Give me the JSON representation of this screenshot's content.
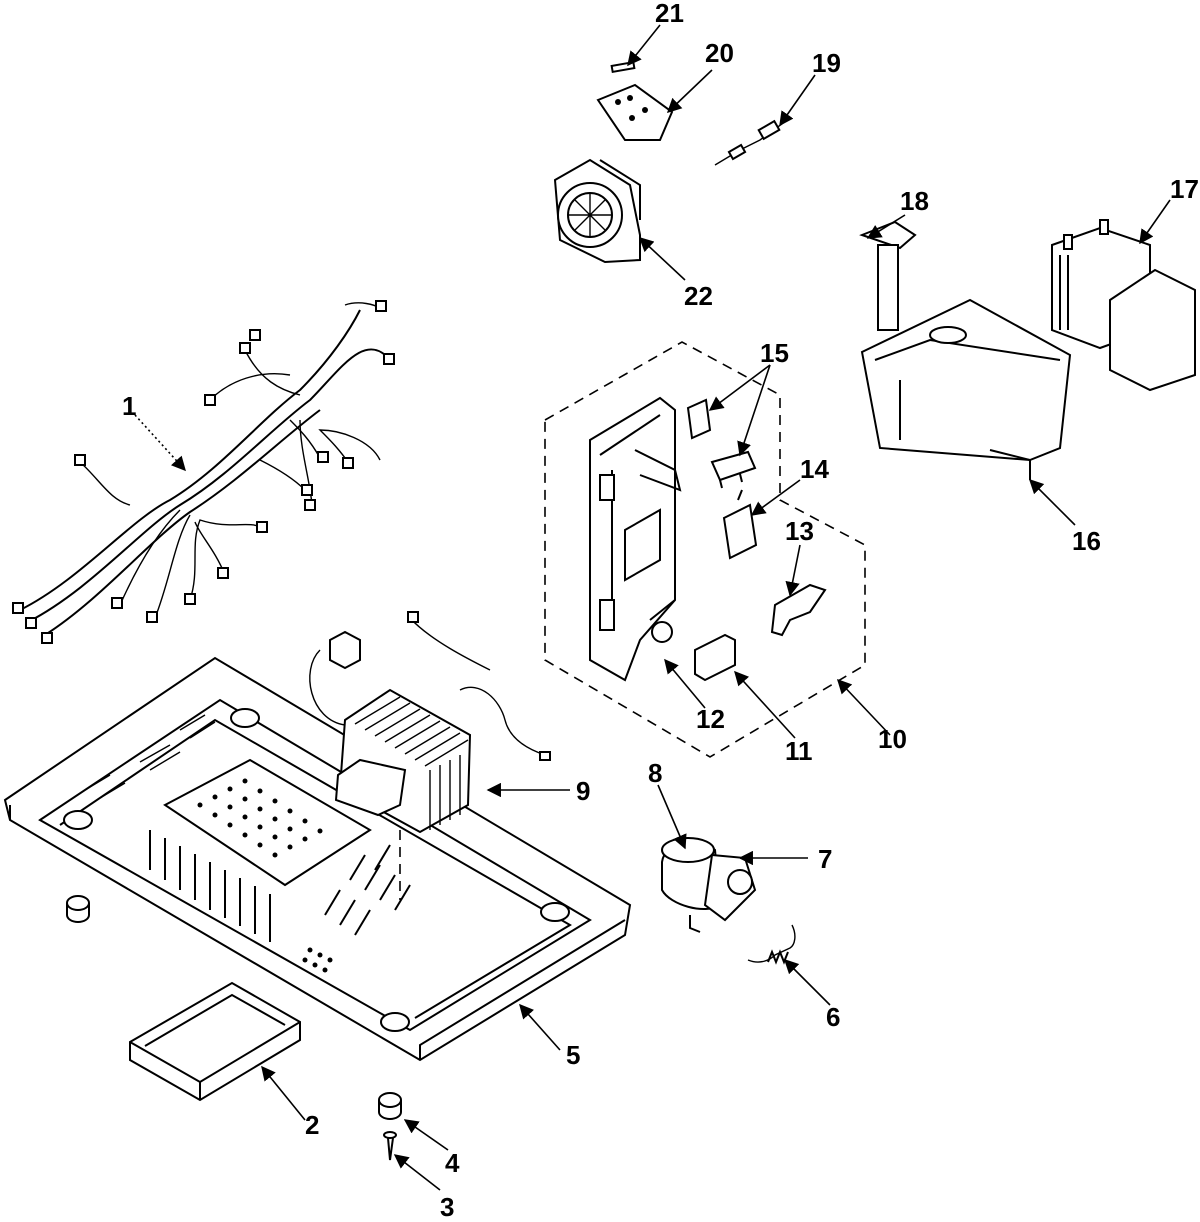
{
  "diagram": {
    "callouts": [
      {
        "id": "1",
        "label": "1"
      },
      {
        "id": "2",
        "label": "2"
      },
      {
        "id": "3",
        "label": "3"
      },
      {
        "id": "4",
        "label": "4"
      },
      {
        "id": "5",
        "label": "5"
      },
      {
        "id": "6",
        "label": "6"
      },
      {
        "id": "7",
        "label": "7"
      },
      {
        "id": "8",
        "label": "8"
      },
      {
        "id": "9",
        "label": "9"
      },
      {
        "id": "10",
        "label": "10"
      },
      {
        "id": "11",
        "label": "11"
      },
      {
        "id": "12",
        "label": "12"
      },
      {
        "id": "13",
        "label": "13"
      },
      {
        "id": "14",
        "label": "14"
      },
      {
        "id": "15",
        "label": "15"
      },
      {
        "id": "16",
        "label": "16"
      },
      {
        "id": "17",
        "label": "17"
      },
      {
        "id": "18",
        "label": "18"
      },
      {
        "id": "19",
        "label": "19"
      },
      {
        "id": "20",
        "label": "20"
      },
      {
        "id": "21",
        "label": "21"
      },
      {
        "id": "22",
        "label": "22"
      }
    ],
    "colors": {
      "ink": "#000000",
      "paper": "#ffffff"
    }
  }
}
